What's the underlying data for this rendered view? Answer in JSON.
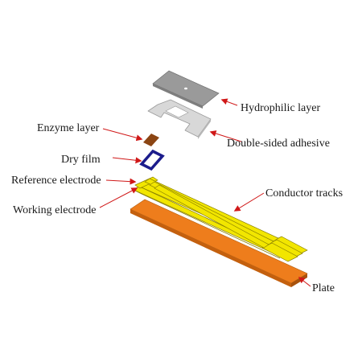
{
  "labels": {
    "hydrophilic_layer": "Hydrophilic layer",
    "enzyme_layer": "Enzyme layer",
    "double_sided_adhesive": "Double-sided adhesive",
    "dry_film": "Dry film",
    "reference_electrode": "Reference electrode",
    "conductor_tracks": "Conductor tracks",
    "working_electrode": "Working electrode",
    "plate": "Plate"
  },
  "colors": {
    "hydrophilic_layer": "#9a9a9a",
    "double_sided_adhesive": "#d8d8d8",
    "enzyme_layer": "#8b4513",
    "dry_film": "#1c1c8c",
    "conductor_tracks": "#f2e600",
    "plate": "#ee7d1c",
    "arrow": "#d01818"
  }
}
